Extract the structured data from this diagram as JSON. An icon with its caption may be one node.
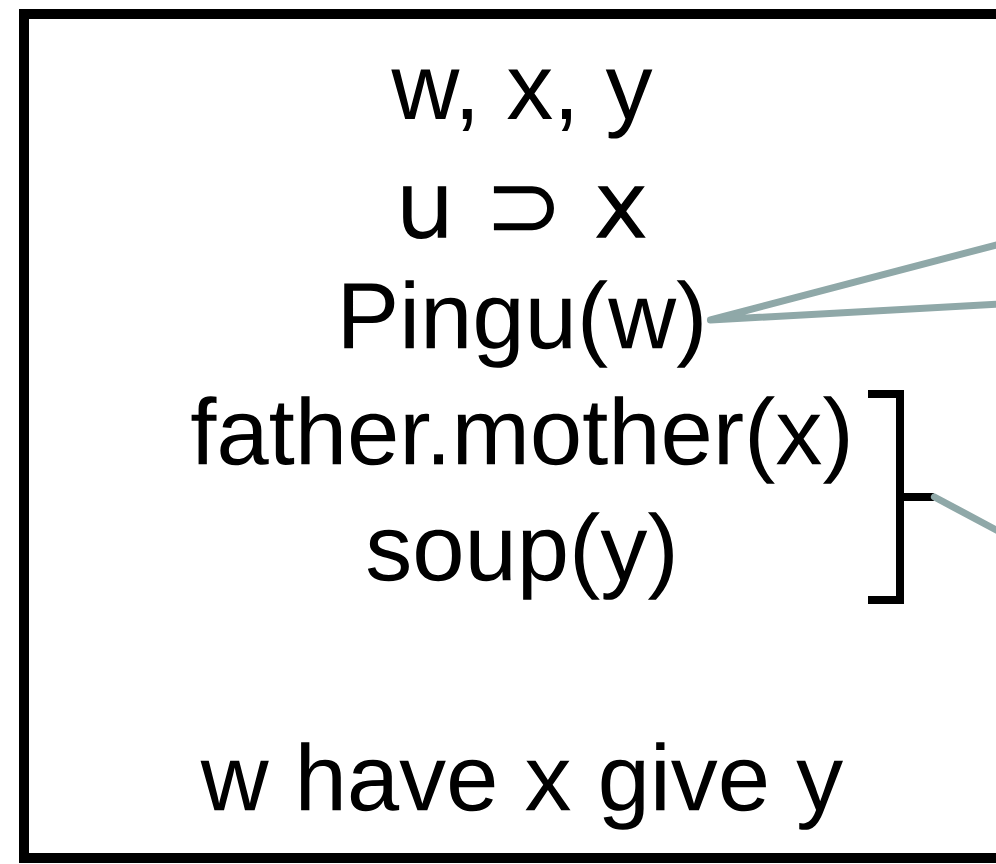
{
  "diagram": {
    "nodes": [
      {
        "text": [
          "w, x, y",
          "u ⊃ x",
          "w have x give y"
        ]
      },
      {
        "text": [
          "Pingu(w)"
        ],
        "in": 0
      },
      {
        "text": [
          "father.mother(x)",
          "soup(y)"
        ],
        "in": 0
      }
    ],
    "edges": [
      {
        "from": null,
        "to": 1,
        "arrow": "none"
      },
      {
        "from": null,
        "to": 2,
        "arrow": "none"
      }
    ]
  }
}
